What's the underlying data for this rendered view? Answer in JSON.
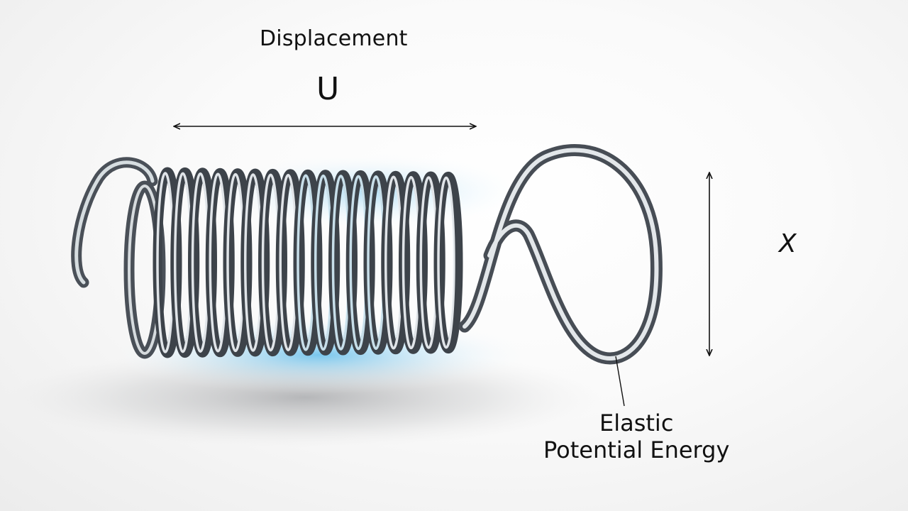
{
  "labels": {
    "displacement_title": "Displacement",
    "displacement_symbol": "U",
    "vertical_symbol": "X",
    "energy_line1": "Elastic",
    "energy_line2": "Potential Energy"
  },
  "colors": {
    "text": "#111111",
    "arrow": "#111111",
    "steel_dark": "#3f454c",
    "steel_mid": "#9aa3ab",
    "steel_light": "#ffffff",
    "glow": "#4fb6ea",
    "background": "#f7f7f7"
  },
  "illustration": {
    "subject": "metal-coil-spring",
    "compressed_turns": 17
  }
}
